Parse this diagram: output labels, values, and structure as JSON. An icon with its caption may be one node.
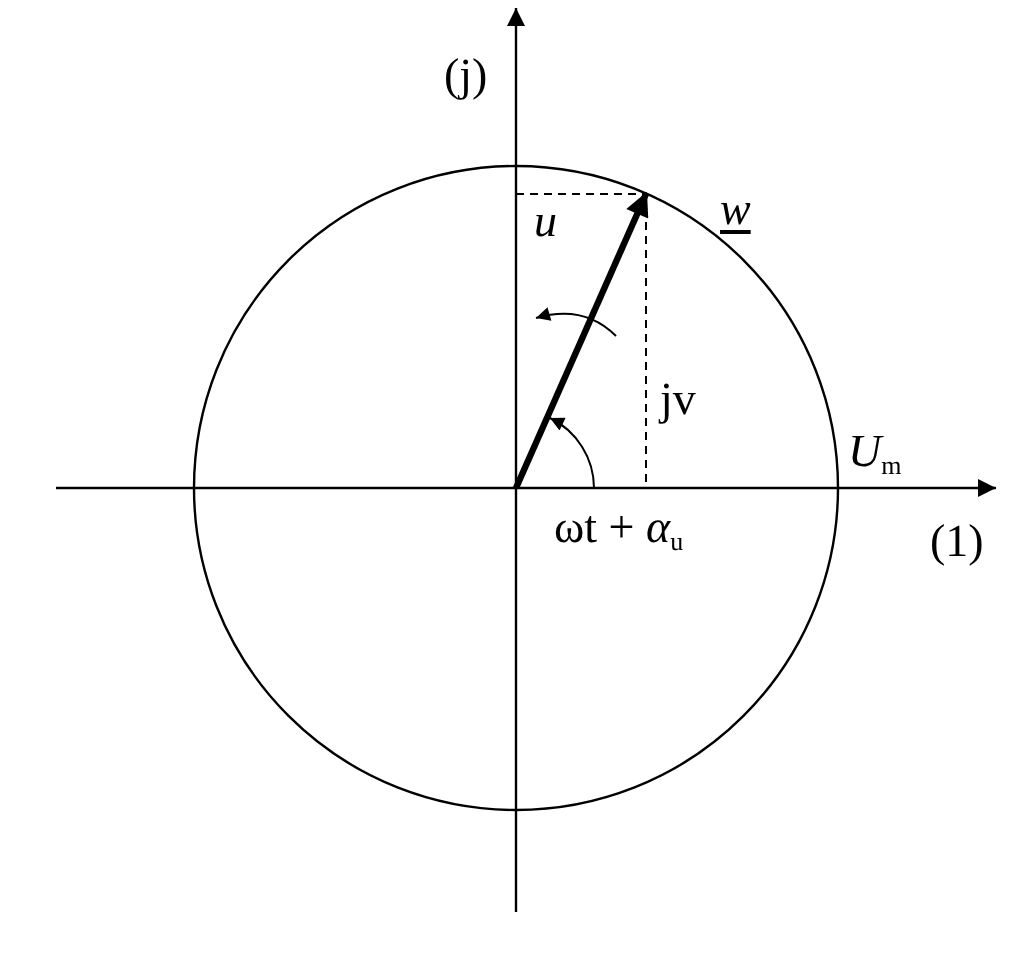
{
  "diagram": {
    "labels": [
      "(j)",
      "u",
      "w",
      "jv",
      "*U*$_{m}$",
      "ωt + *α*$_{u}$",
      "(1)"
    ]
  }
}
